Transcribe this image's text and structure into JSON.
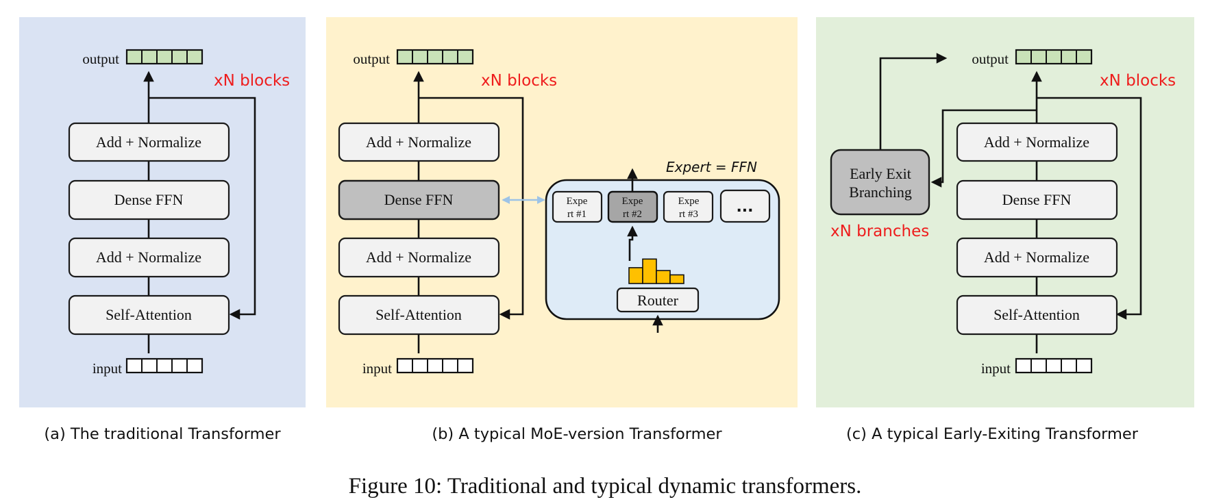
{
  "colors": {
    "panel_a_bg": "#dae3f3",
    "panel_b_bg": "#fff2cc",
    "panel_c_bg": "#e2efda",
    "moe_bg": "#deebf7",
    "emb_fill": "#c9e2b8",
    "histogram": "#ffc000",
    "highlight_gray": "#bfbfbf",
    "red_text": "#ee1c1c",
    "dense_arrow": "#9dc3e6"
  },
  "panel_a": {
    "output_label": "output",
    "input_label": "input",
    "blocks_label": "xN blocks",
    "layers": [
      "Add + Normalize",
      "Dense FFN",
      "Add + Normalize",
      "Self-Attention"
    ],
    "caption": "(a) The traditional Transformer"
  },
  "panel_b": {
    "output_label": "output",
    "input_label": "input",
    "blocks_label": "xN blocks",
    "layers": [
      "Add + Normalize",
      "Dense FFN",
      "Add + Normalize",
      "Self-Attention"
    ],
    "expert_title": "Expert = FFN",
    "experts": [
      {
        "line1": "Expe",
        "line2": "rt #1"
      },
      {
        "line1": "Expe",
        "line2": "rt #2"
      },
      {
        "line1": "Expe",
        "line2": "rt #3"
      }
    ],
    "ellipsis": "...",
    "router_label": "Router",
    "router_histogram": [
      0.55,
      0.85,
      0.45,
      0.3
    ],
    "caption": "(b) A typical MoE-version Transformer"
  },
  "panel_c": {
    "output_label": "output",
    "input_label": "input",
    "blocks_label": "xN blocks",
    "layers": [
      "Add + Normalize",
      "Dense FFN",
      "Add + Normalize",
      "Self-Attention"
    ],
    "exit_line1": "Early Exit",
    "exit_line2": "Branching",
    "branches_label": "xN branches",
    "caption": "(c) A typical Early-Exiting Transformer"
  },
  "figure_caption": "Figure 10: Traditional and typical dynamic transformers."
}
